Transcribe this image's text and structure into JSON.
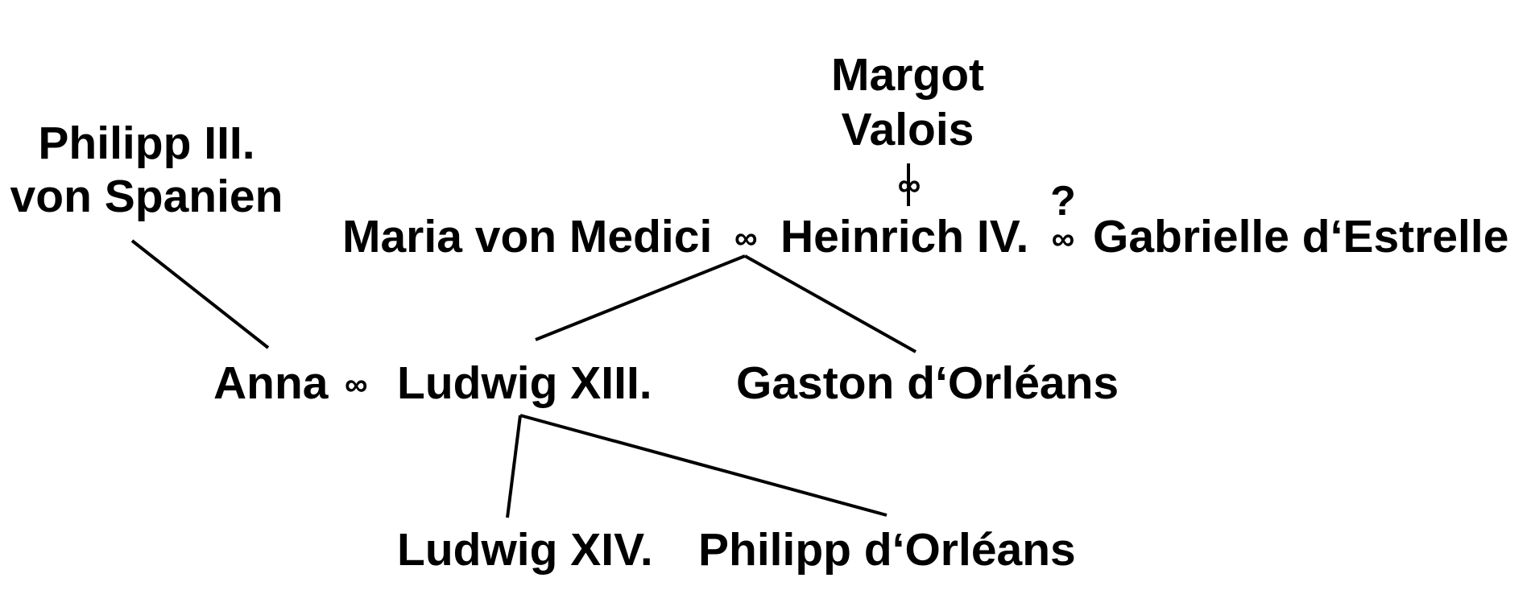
{
  "title_nodes": {
    "philipp_iii": [
      "Philipp III.",
      "von Spanien"
    ],
    "margot": [
      "Margot",
      "Valois"
    ],
    "maria": "Maria von Medici",
    "heinrich": "Heinrich IV.",
    "gabrielle": "Gabrielle d‘Estrelle",
    "anna": "Anna",
    "ludwig_xiii": "Ludwig XIII.",
    "gaston": "Gaston d‘Orléans",
    "ludwig_xiv": "Ludwig XIV.",
    "philipp_orleans": "Philipp d‘Orléans"
  },
  "symbols": {
    "marriage": "∞",
    "question": "?"
  },
  "colors": {
    "text": "#000000",
    "background": "#ffffff"
  }
}
